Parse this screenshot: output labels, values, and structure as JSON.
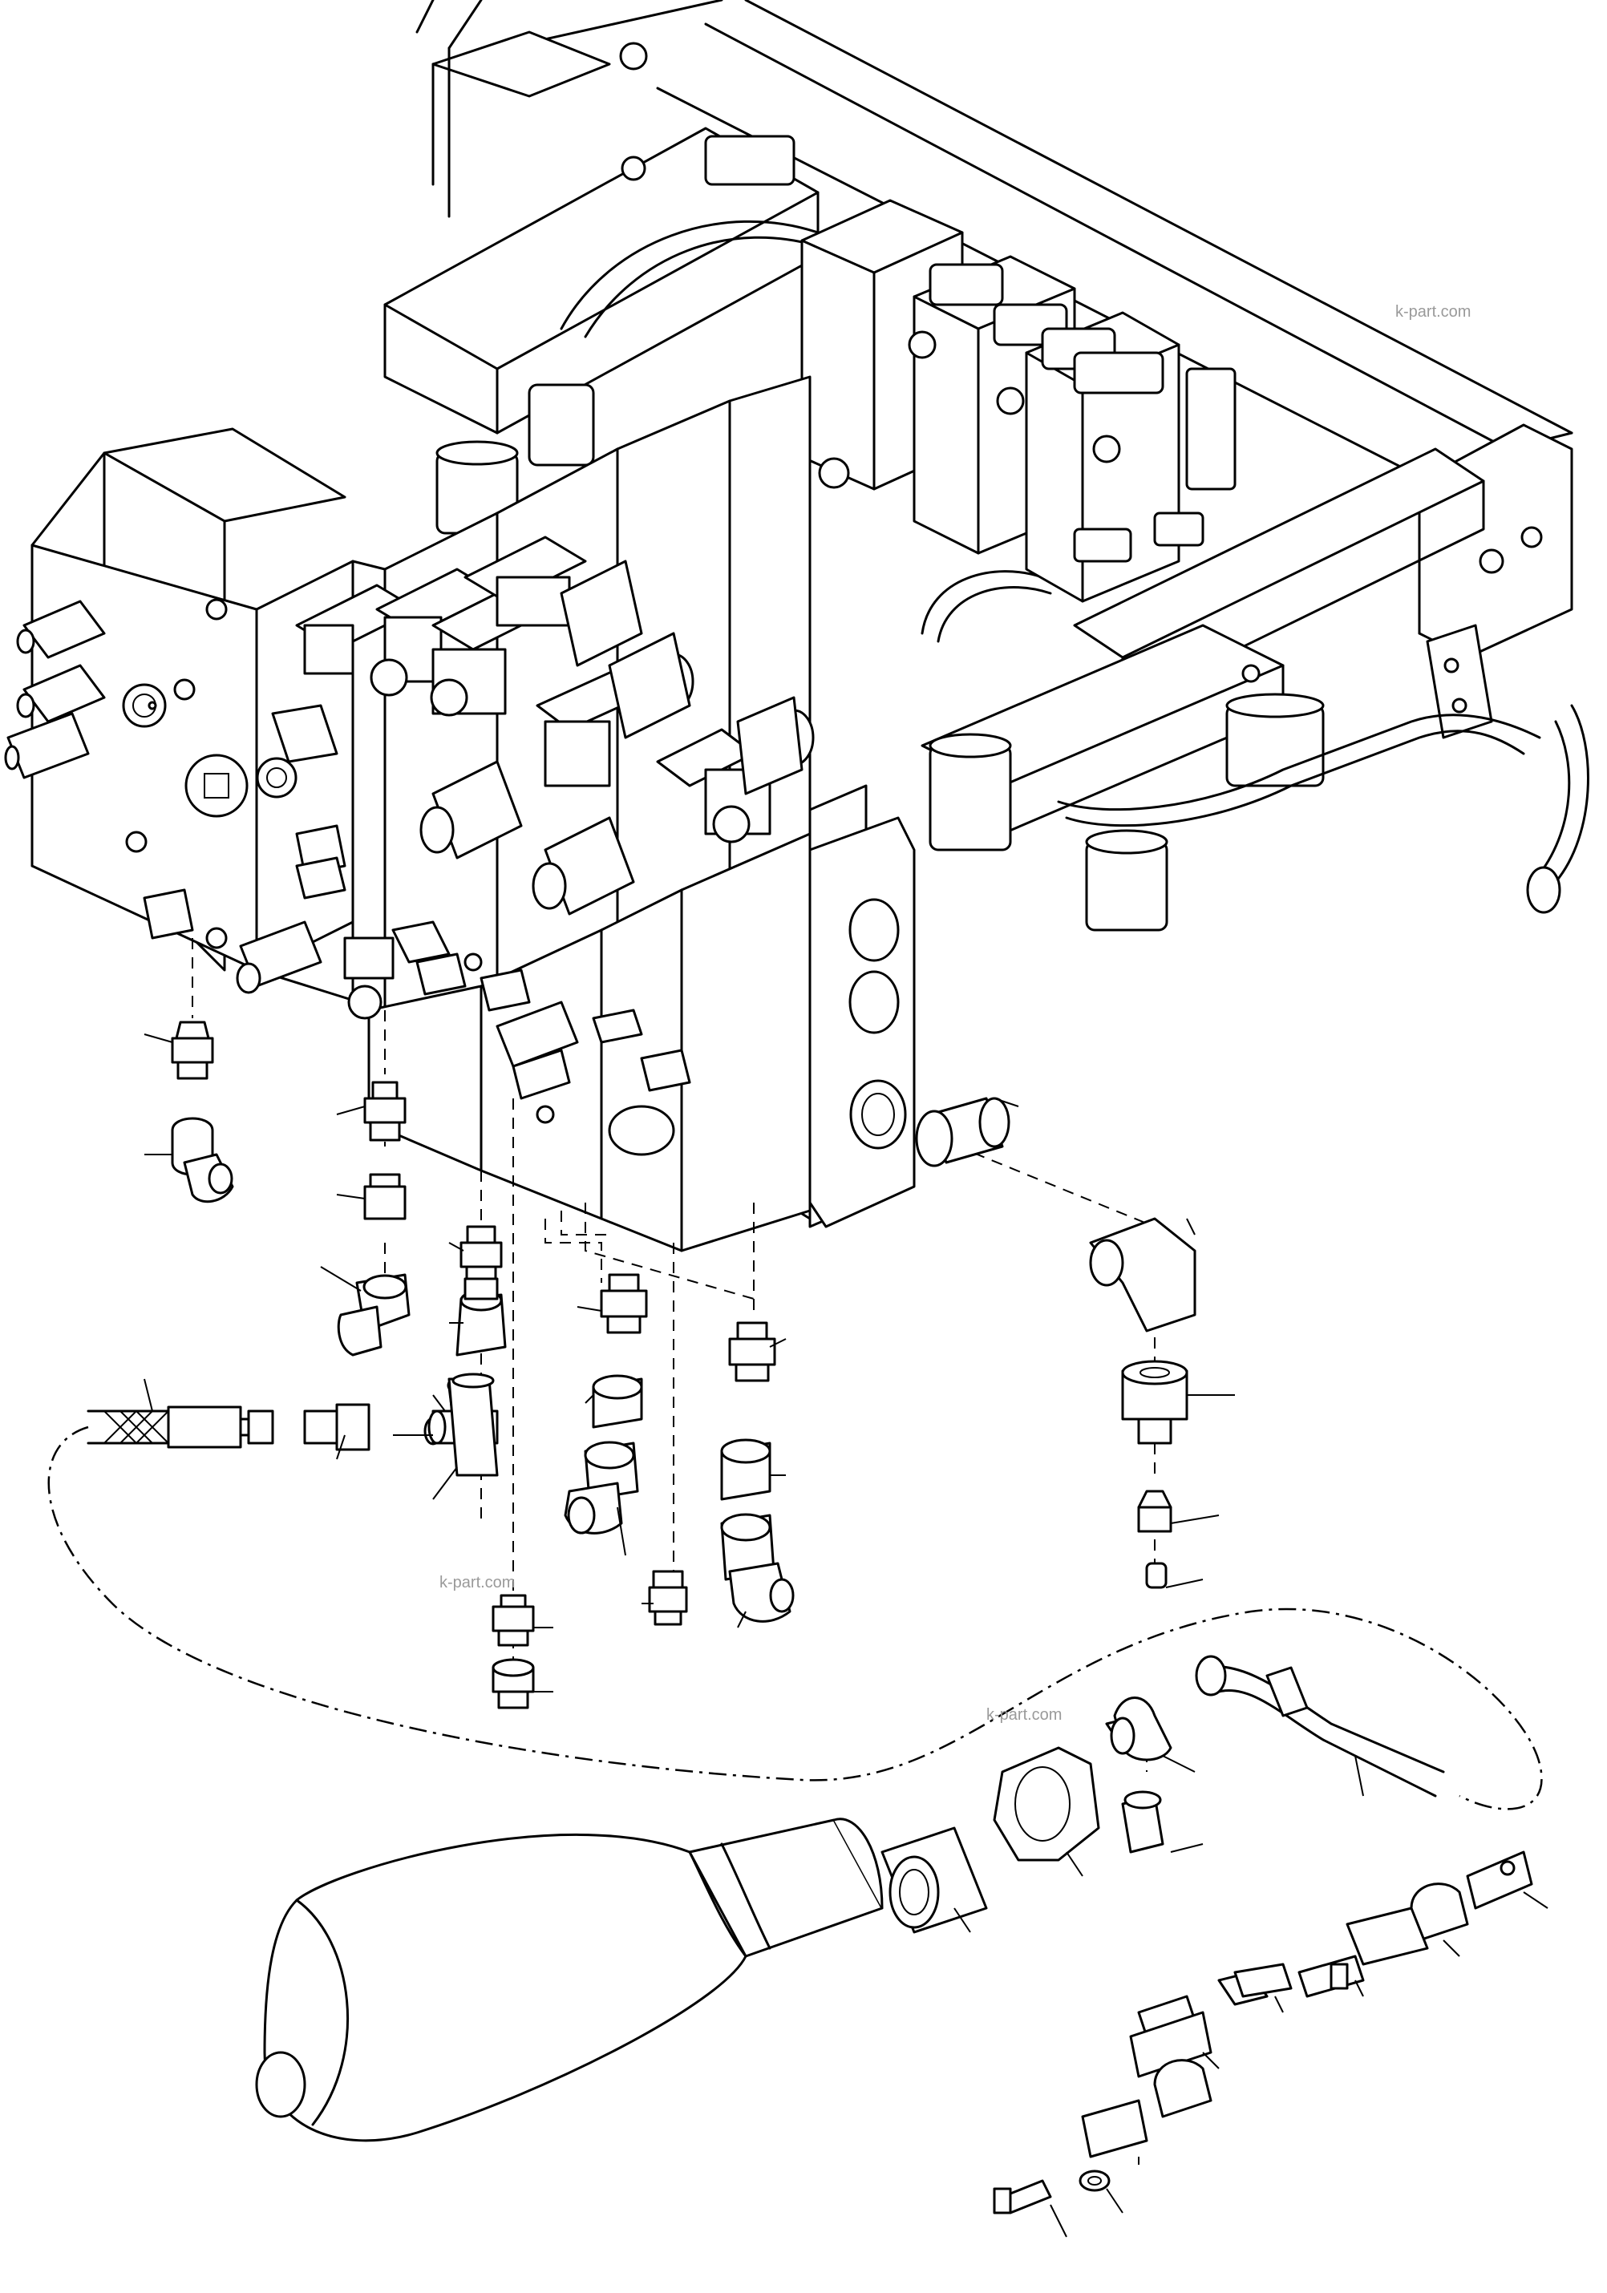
{
  "watermarks": [
    "k-part.com",
    "k-part.com",
    "k-part.com"
  ]
}
